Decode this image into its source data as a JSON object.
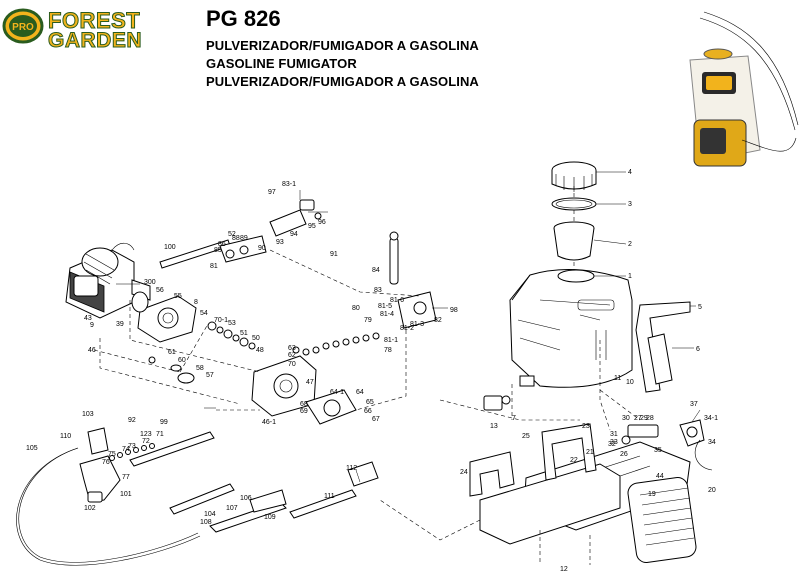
{
  "brand": {
    "line1": "FOREST",
    "line2": "GARDEN",
    "badge": "PRO"
  },
  "header": {
    "model": "PG 826",
    "subtitle_1": "PULVERIZADOR/FUMIGADOR A GASOLINA",
    "subtitle_2": "GASOLINE FUMIGATOR",
    "subtitle_3": "PULVERIZADOR/FUMIGADOR A GASOLINA"
  },
  "colors": {
    "brand_yellow": "#f2b31c",
    "brand_green": "#2a5c1e",
    "ink": "#000000"
  },
  "callouts": [
    "1",
    "2",
    "3",
    "4",
    "5",
    "6",
    "7",
    "8",
    "9",
    "10",
    "11",
    "12",
    "13",
    "19",
    "20",
    "21",
    "22",
    "23",
    "24",
    "25",
    "26",
    "27",
    "28",
    "29",
    "30",
    "31",
    "32",
    "33",
    "34",
    "34-1",
    "35",
    "37",
    "39",
    "43",
    "44",
    "46",
    "46-1",
    "47",
    "48",
    "50",
    "51",
    "52",
    "53",
    "54",
    "55",
    "56",
    "57",
    "58",
    "60",
    "61",
    "62",
    "63",
    "64",
    "64-1",
    "65",
    "66",
    "67",
    "68",
    "69",
    "70",
    "70-1",
    "71",
    "72",
    "73",
    "74",
    "75",
    "76",
    "77",
    "78",
    "79",
    "80",
    "81",
    "81-1",
    "81-2",
    "81-3",
    "81-4",
    "81-5",
    "81-6",
    "82",
    "83",
    "83-1",
    "84",
    "85",
    "86",
    "88",
    "89",
    "90",
    "91",
    "92",
    "93",
    "94",
    "95",
    "96",
    "97",
    "98",
    "99",
    "100",
    "101",
    "102",
    "103",
    "104",
    "105",
    "106",
    "107",
    "108",
    "109",
    "110",
    "111",
    "112",
    "123",
    "300"
  ]
}
